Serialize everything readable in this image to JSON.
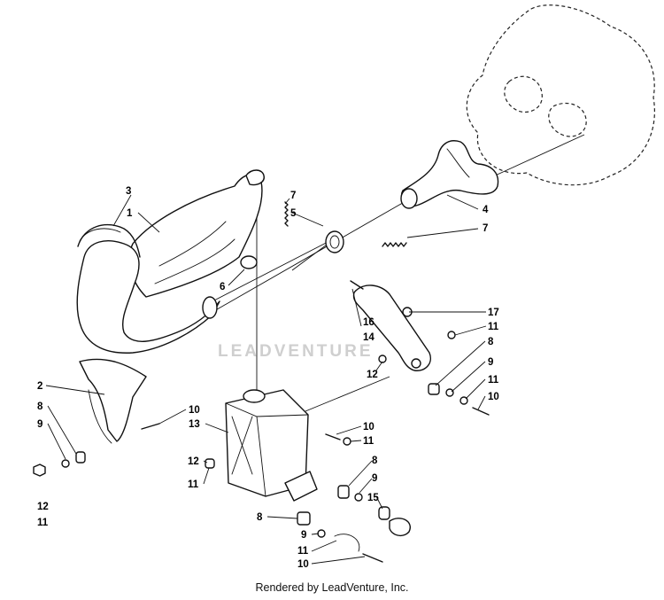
{
  "diagram": {
    "watermark": "LEADVENTURE",
    "caption": "Rendered by LeadVenture, Inc.",
    "callouts": [
      "3",
      "1",
      "7",
      "5",
      "4",
      "7",
      "6",
      "2",
      "10",
      "8",
      "9",
      "12",
      "11",
      "13",
      "12",
      "11",
      "10",
      "11",
      "8",
      "9",
      "15",
      "8",
      "9",
      "11",
      "10",
      "16",
      "14",
      "17",
      "11",
      "12",
      "8",
      "9",
      "11",
      "10"
    ]
  }
}
